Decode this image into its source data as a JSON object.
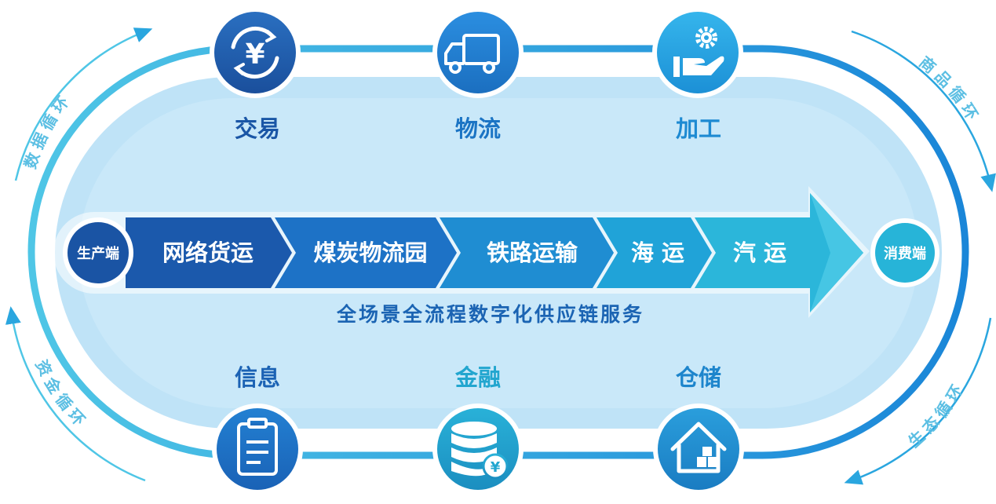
{
  "top_services": [
    {
      "label": "交易",
      "icon": "yuan-exchange-icon"
    },
    {
      "label": "物流",
      "icon": "truck-icon"
    },
    {
      "label": "加工",
      "icon": "hand-gear-icon"
    }
  ],
  "bottom_services": [
    {
      "label": "信息",
      "icon": "clipboard-icon"
    },
    {
      "label": "金融",
      "icon": "database-yuan-icon"
    },
    {
      "label": "仓储",
      "icon": "warehouse-icon"
    }
  ],
  "start_node": "生产端",
  "end_node": "消费端",
  "chain_steps": [
    "网络货运",
    "煤炭物流园",
    "铁路运输",
    "海 运",
    "汽 运"
  ],
  "chain_caption": "全场景全流程数字化供应链服务",
  "cycles": {
    "top_left": "数据循环",
    "top_right": "商品循环",
    "bottom_left": "资金循环",
    "bottom_right": "生态循环"
  },
  "colors": {
    "dark_blue": "#1c5fae",
    "medium_blue": "#1d8ed8",
    "light_blue": "#21a9e1",
    "cyan": "#2ec0d8",
    "oval_fill": "#bfe3f7",
    "ring": "#2ba8e0"
  }
}
